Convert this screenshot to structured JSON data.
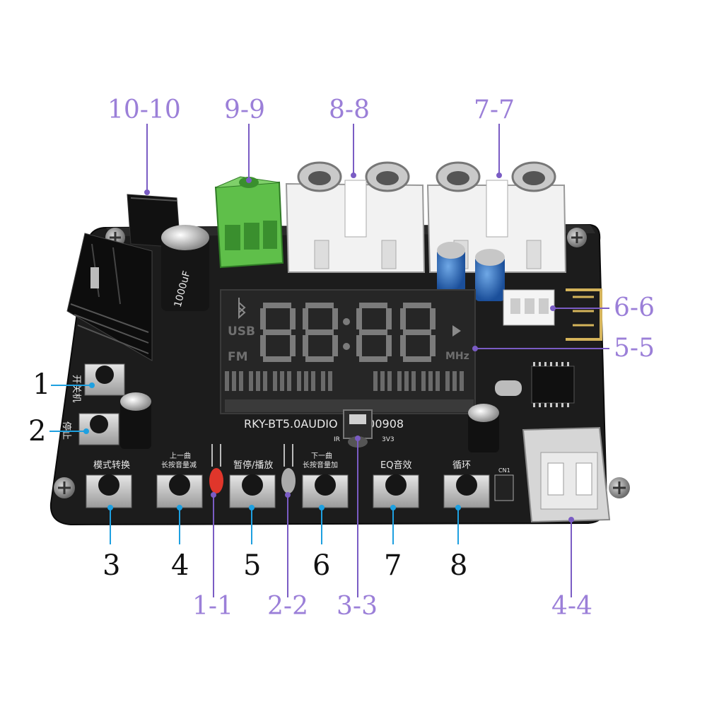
{
  "board": {
    "model_text": "RKY-BT5.0AUDIO",
    "model_suffix": "200908",
    "ir_label": "IR",
    "v3_label": "3V3",
    "display": {
      "usb": "USB",
      "fm": "FM",
      "mhz": "MHz",
      "bluetooth_icon": "bluetooth-icon"
    },
    "button_labels": {
      "power": "开关机",
      "stop": "停止",
      "mode": "模式转换",
      "prev_line1": "上一曲",
      "prev_line2": "长按音量减",
      "pause": "暂停/播放",
      "next_line1": "下一曲",
      "next_line2": "长按音量加",
      "eq": "EQ音效",
      "loop": "循环"
    },
    "capacitor_text": "1000uF",
    "cn_label": "CN1"
  },
  "callouts": {
    "c10_10": "10-10",
    "c9_9": "9-9",
    "c8_8": "8-8",
    "c7_7": "7-7",
    "c6_6": "6-6",
    "c5_5": "5-5",
    "c1": "1",
    "c2": "2",
    "c3": "3",
    "c4": "4",
    "c5": "5",
    "c6": "6",
    "c7": "7",
    "c8": "8",
    "c1_1": "1-1",
    "c2_2": "2-2",
    "c3_3": "3-3",
    "c4_4": "4-4"
  },
  "colors": {
    "purple": "#9b7fd8",
    "blue": "#1ea0e0",
    "board": "#1b1b1b",
    "terminal": "#5fbf4a"
  }
}
